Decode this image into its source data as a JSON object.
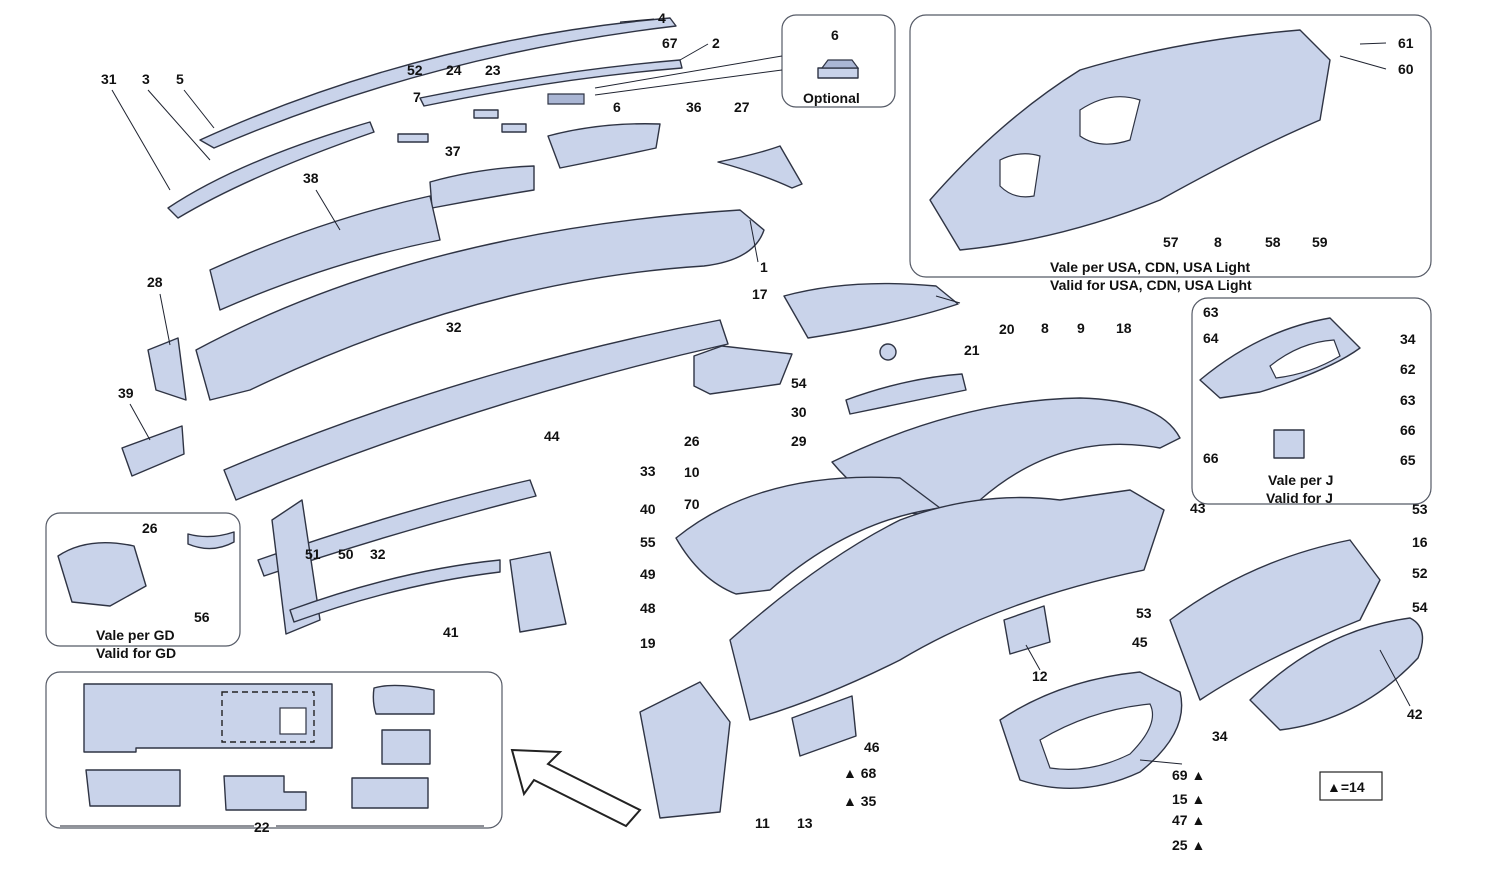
{
  "insets": {
    "optional_label": "Optional",
    "optional_part": "6",
    "usa_line1": "Vale per USA, CDN, USA Light",
    "usa_line2": "Valid for USA, CDN, USA Light",
    "j_line1": "Vale per J",
    "j_line2": "Valid for J",
    "gd_line1": "Vale per GD",
    "gd_line2": "Valid for GD",
    "kit_label": "22"
  },
  "legend": {
    "text": "▲=14"
  },
  "callouts": [
    {
      "id": "c-4",
      "text": "4"
    },
    {
      "id": "c-2",
      "text": "2"
    },
    {
      "id": "c-67",
      "text": "67"
    },
    {
      "id": "c-52a",
      "text": "52"
    },
    {
      "id": "c-31",
      "text": "31"
    },
    {
      "id": "c-3",
      "text": "3"
    },
    {
      "id": "c-5",
      "text": "5"
    },
    {
      "id": "c-24",
      "text": "24"
    },
    {
      "id": "c-23",
      "text": "23"
    },
    {
      "id": "c-7",
      "text": "7"
    },
    {
      "id": "c-6b",
      "text": "6"
    },
    {
      "id": "c-36",
      "text": "36"
    },
    {
      "id": "c-27",
      "text": "27"
    },
    {
      "id": "c-37",
      "text": "37"
    },
    {
      "id": "c-38",
      "text": "38"
    },
    {
      "id": "c-1",
      "text": "1"
    },
    {
      "id": "c-28",
      "text": "28"
    },
    {
      "id": "c-39",
      "text": "39"
    },
    {
      "id": "c-32a",
      "text": "32"
    },
    {
      "id": "c-17",
      "text": "17"
    },
    {
      "id": "c-20",
      "text": "20"
    },
    {
      "id": "c-21",
      "text": "21"
    },
    {
      "id": "c-54a",
      "text": "54"
    },
    {
      "id": "c-30",
      "text": "30"
    },
    {
      "id": "c-29",
      "text": "29"
    },
    {
      "id": "c-26a",
      "text": "26"
    },
    {
      "id": "c-8a",
      "text": "8"
    },
    {
      "id": "c-9",
      "text": "9"
    },
    {
      "id": "c-18",
      "text": "18"
    },
    {
      "id": "c-44",
      "text": "44"
    },
    {
      "id": "c-33",
      "text": "33"
    },
    {
      "id": "c-10",
      "text": "10"
    },
    {
      "id": "c-70",
      "text": "70"
    },
    {
      "id": "c-40",
      "text": "40"
    },
    {
      "id": "c-55",
      "text": "55"
    },
    {
      "id": "c-49",
      "text": "49"
    },
    {
      "id": "c-48",
      "text": "48"
    },
    {
      "id": "c-19",
      "text": "19"
    },
    {
      "id": "c-41",
      "text": "41"
    },
    {
      "id": "c-51",
      "text": "51"
    },
    {
      "id": "c-50",
      "text": "50"
    },
    {
      "id": "c-32b",
      "text": "32"
    },
    {
      "id": "c-26b",
      "text": "26"
    },
    {
      "id": "c-56",
      "text": "56"
    },
    {
      "id": "c-61",
      "text": "61"
    },
    {
      "id": "c-60",
      "text": "60"
    },
    {
      "id": "c-57",
      "text": "57"
    },
    {
      "id": "c-8b",
      "text": "8"
    },
    {
      "id": "c-58",
      "text": "58"
    },
    {
      "id": "c-59",
      "text": "59"
    },
    {
      "id": "c-63a",
      "text": "63"
    },
    {
      "id": "c-64",
      "text": "64"
    },
    {
      "id": "c-34a",
      "text": "34"
    },
    {
      "id": "c-62",
      "text": "62"
    },
    {
      "id": "c-63b",
      "text": "63"
    },
    {
      "id": "c-66a",
      "text": "66"
    },
    {
      "id": "c-66b",
      "text": "66"
    },
    {
      "id": "c-65",
      "text": "65"
    },
    {
      "id": "c-43",
      "text": "43"
    },
    {
      "id": "c-53a",
      "text": "53"
    },
    {
      "id": "c-16",
      "text": "16"
    },
    {
      "id": "c-52b",
      "text": "52"
    },
    {
      "id": "c-53b",
      "text": "53"
    },
    {
      "id": "c-54b",
      "text": "54"
    },
    {
      "id": "c-45",
      "text": "45"
    },
    {
      "id": "c-12",
      "text": "12"
    },
    {
      "id": "c-42",
      "text": "42"
    },
    {
      "id": "c-34b",
      "text": "34"
    },
    {
      "id": "c-46",
      "text": "46"
    },
    {
      "id": "c-68",
      "text": "▲ 68"
    },
    {
      "id": "c-35",
      "text": "▲ 35"
    },
    {
      "id": "c-13",
      "text": "13"
    },
    {
      "id": "c-11",
      "text": "11"
    },
    {
      "id": "c-69",
      "text": "69 ▲"
    },
    {
      "id": "c-15",
      "text": "15 ▲"
    },
    {
      "id": "c-47",
      "text": "47 ▲"
    },
    {
      "id": "c-25",
      "text": "25 ▲"
    }
  ]
}
